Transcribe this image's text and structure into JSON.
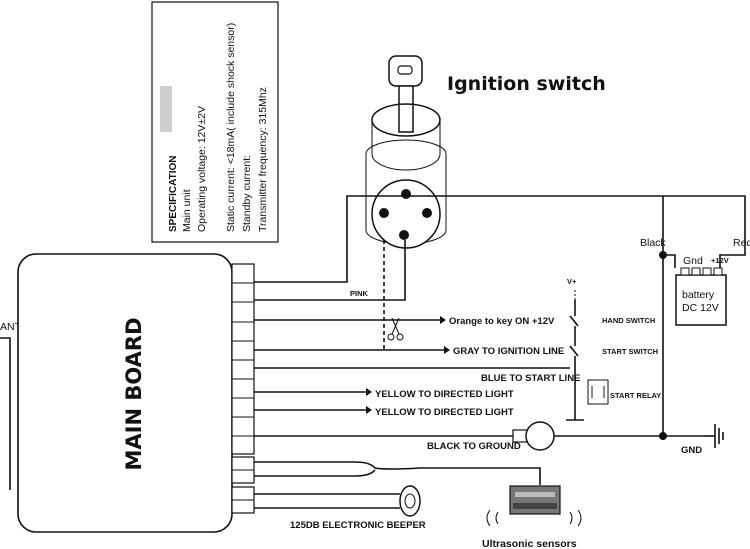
{
  "ignition": {
    "title": "Ignition switch"
  },
  "specification": {
    "heading": "SPECIFICATION",
    "lines": [
      "Main unit",
      "Operating voltage:  12V±2V",
      "Static current:      <18mA( include  shock sensor)",
      "Standby current:",
      "Transmitter frequency: 315Mhz"
    ]
  },
  "main_board": {
    "label": "MAIN BOARD",
    "ant": "ANT"
  },
  "wires": {
    "pink": "PINK",
    "orange": "Orange to key ON +12V",
    "gray": "GRAY TO IGNITION LINE",
    "blue": "BLUE TO START LINE",
    "yellow1": "YELLOW TO DIRECTED LIGHT",
    "yellow2": "YELLOW TO DIRECTED LIGHT",
    "black": "BLACK TO GROUND",
    "beeper": "125DB ELECTRONIC BEEPER",
    "sensors": "Ultrasonic sensors"
  },
  "switches": {
    "vplus": "V+",
    "hand": "HAND SWITCH",
    "start": "START SWITCH",
    "relay": "START RELAY"
  },
  "battery": {
    "black": "Black",
    "red": "Red",
    "gnd": "Gnd",
    "plus12": "+12V",
    "label1": "battery",
    "label2": "DC 12V"
  },
  "ground": {
    "label": "GND"
  },
  "colors": {
    "line": "#111111",
    "panel_bg": "#ffffff",
    "bar": "#cccccc"
  }
}
